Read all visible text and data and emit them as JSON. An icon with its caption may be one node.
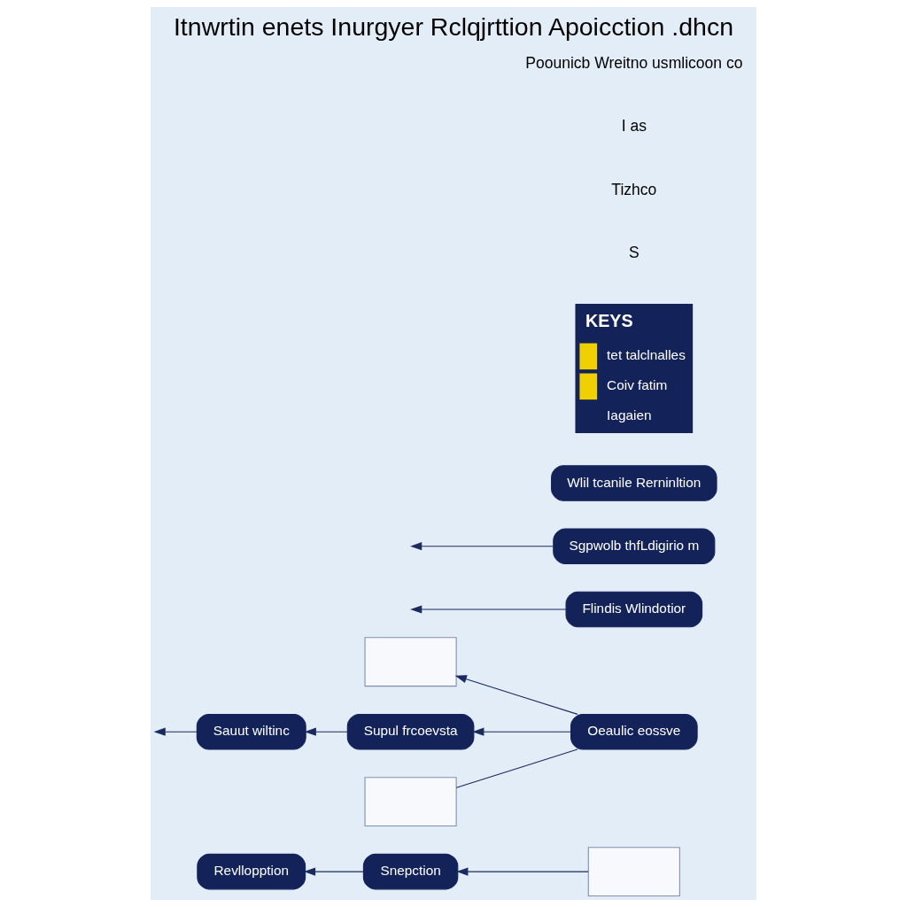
{
  "diagram": {
    "title": "Itnwrtin enets Inurgyer Rclqjrttion Apoicction .dhcn",
    "nodes": [
      {
        "text": [
          "Revllopption"
        ]
      },
      {
        "text": [
          "Snepction"
        ]
      },
      {
        "text": [],
        "shape": "box"
      },
      {
        "text": [],
        "shape": "box"
      },
      {
        "text": [
          "Sauut wiltinc"
        ]
      },
      {
        "text": [
          "Supul frcoevsta"
        ]
      },
      {
        "text": [
          "Oeaulic eossve"
        ]
      },
      {
        "text": [
          "Flindis Wlindotior"
        ]
      },
      {
        "text": [
          "Sgpwolb thfLdigirio m"
        ]
      },
      {
        "text": [
          "Wlil tcanile Rerninltion"
        ]
      },
      {
        "text": [],
        "shape": "box"
      }
    ],
    "edges": [
      {
        "from": 1,
        "to": 0,
        "arrow": "to"
      },
      {
        "from": 2,
        "to": 1,
        "arrow": "to"
      },
      {
        "from": 6,
        "to": 3,
        "arrow": "to"
      },
      {
        "from": 5,
        "to": 4,
        "arrow": "to"
      },
      {
        "from": 6,
        "to": 5,
        "arrow": "to"
      },
      {
        "from": 4,
        "to": null,
        "arrow": "to"
      },
      {
        "from": 7,
        "to": null,
        "arrow": "to"
      },
      {
        "from": 8,
        "to": null,
        "arrow": "to"
      },
      {
        "from": 6,
        "to": 10,
        "arrow": "none"
      }
    ],
    "labels": [
      "KEYS",
      "Iagaien",
      "S",
      "Tizhco",
      "I as",
      "Poounicb Wreitno usmlicoon co"
    ],
    "legend": [
      {
        "text": "tet talclnalles",
        "color": "#f0d000"
      },
      {
        "text": "Coiv fatim",
        "color": "#f0d000"
      }
    ]
  }
}
